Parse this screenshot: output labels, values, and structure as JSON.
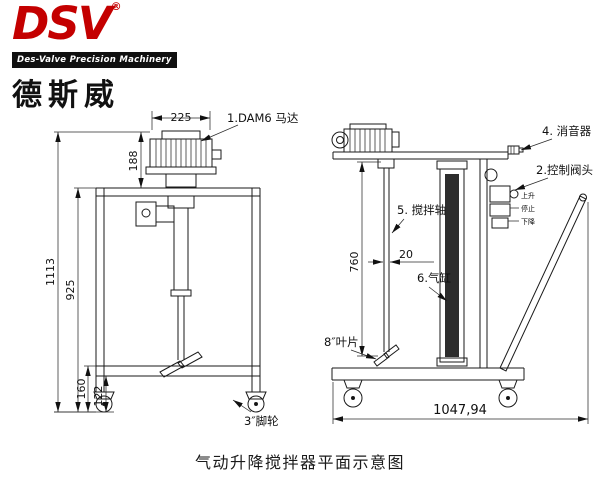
{
  "brand_color": "#c40000",
  "logo": {
    "name": "DSV",
    "registered": "®",
    "tagline": "Des-Valve Precision Machinery",
    "chinese_name": "德斯威"
  },
  "caption": "气动升降搅拌器平面示意图",
  "front_view": {
    "labels": {
      "motor": "1.DAM6 马达",
      "caster": "3″脚轮"
    },
    "dimensions": {
      "motor_width": "225",
      "motor_height": "188",
      "overall_height": "1113",
      "frame_height": "925",
      "base_height": "160",
      "caster_height": "122"
    }
  },
  "side_view": {
    "labels": {
      "muffler": "4. 消音器",
      "control_head": "2.控制阀头",
      "agitator_shaft": "5. 搅拌轴",
      "air_cylinder": "6.气缸",
      "blade": "8″叶片",
      "control_up": "上升",
      "control_stop": "停止",
      "control_down": "下降"
    },
    "dimensions": {
      "shaft_length": "760",
      "shaft_diameter": "20",
      "overall_width": "1047,94"
    }
  }
}
